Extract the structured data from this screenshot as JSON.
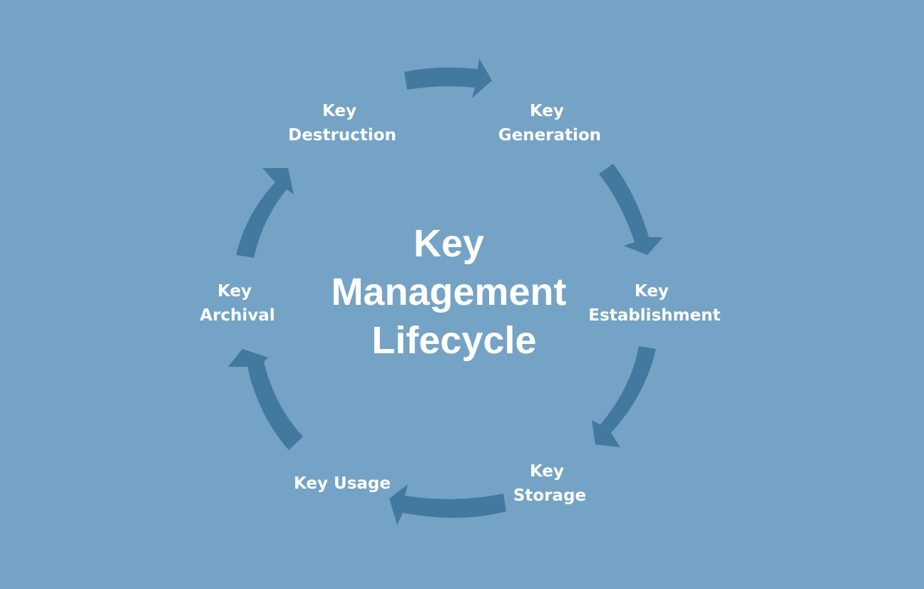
{
  "center_title": {
    "lines": [
      "Key",
      "Management",
      "Lifecycle"
    ]
  },
  "stages": [
    {
      "id": "key-generation",
      "lines": [
        "Key",
        "Generation"
      ]
    },
    {
      "id": "key-establishment",
      "lines": [
        "Key",
        "Establishment"
      ]
    },
    {
      "id": "key-storage",
      "lines": [
        "Key",
        "Storage"
      ]
    },
    {
      "id": "key-usage",
      "lines": [
        "Key Usage"
      ]
    },
    {
      "id": "key-archival",
      "lines": [
        "Key",
        "Archival"
      ]
    },
    {
      "id": "key-destruction",
      "lines": [
        "Key",
        "Destruction"
      ]
    }
  ],
  "colors": {
    "background": "#74a3c5",
    "arrow": "#43789f",
    "text": "#ffffff"
  },
  "direction": "clockwise"
}
